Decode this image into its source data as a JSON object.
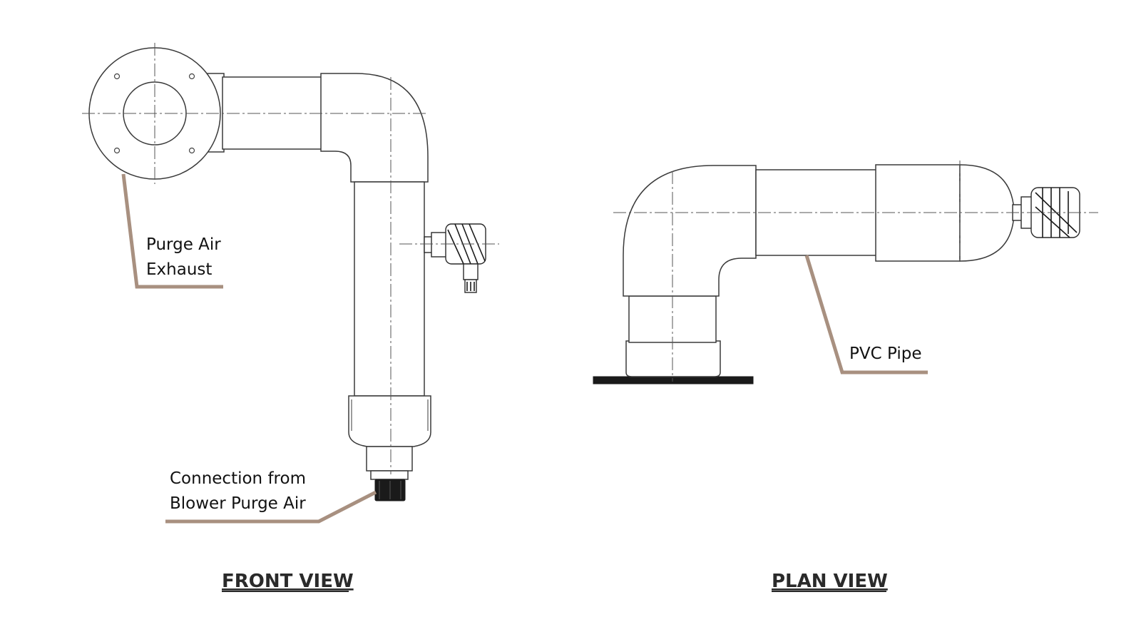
{
  "labels": {
    "purge_air_exhaust_line1": "Purge Air",
    "purge_air_exhaust_line2": "Exhaust",
    "connection_line1": "Connection from",
    "connection_line2": "Blower Purge Air",
    "pvc_pipe": "PVC Pipe"
  },
  "views": {
    "front": "FRONT VIEW",
    "plan": "PLAN VIEW"
  },
  "colors": {
    "leader": "#a89080",
    "line": "#3a3a3a",
    "background": "#ffffff"
  }
}
